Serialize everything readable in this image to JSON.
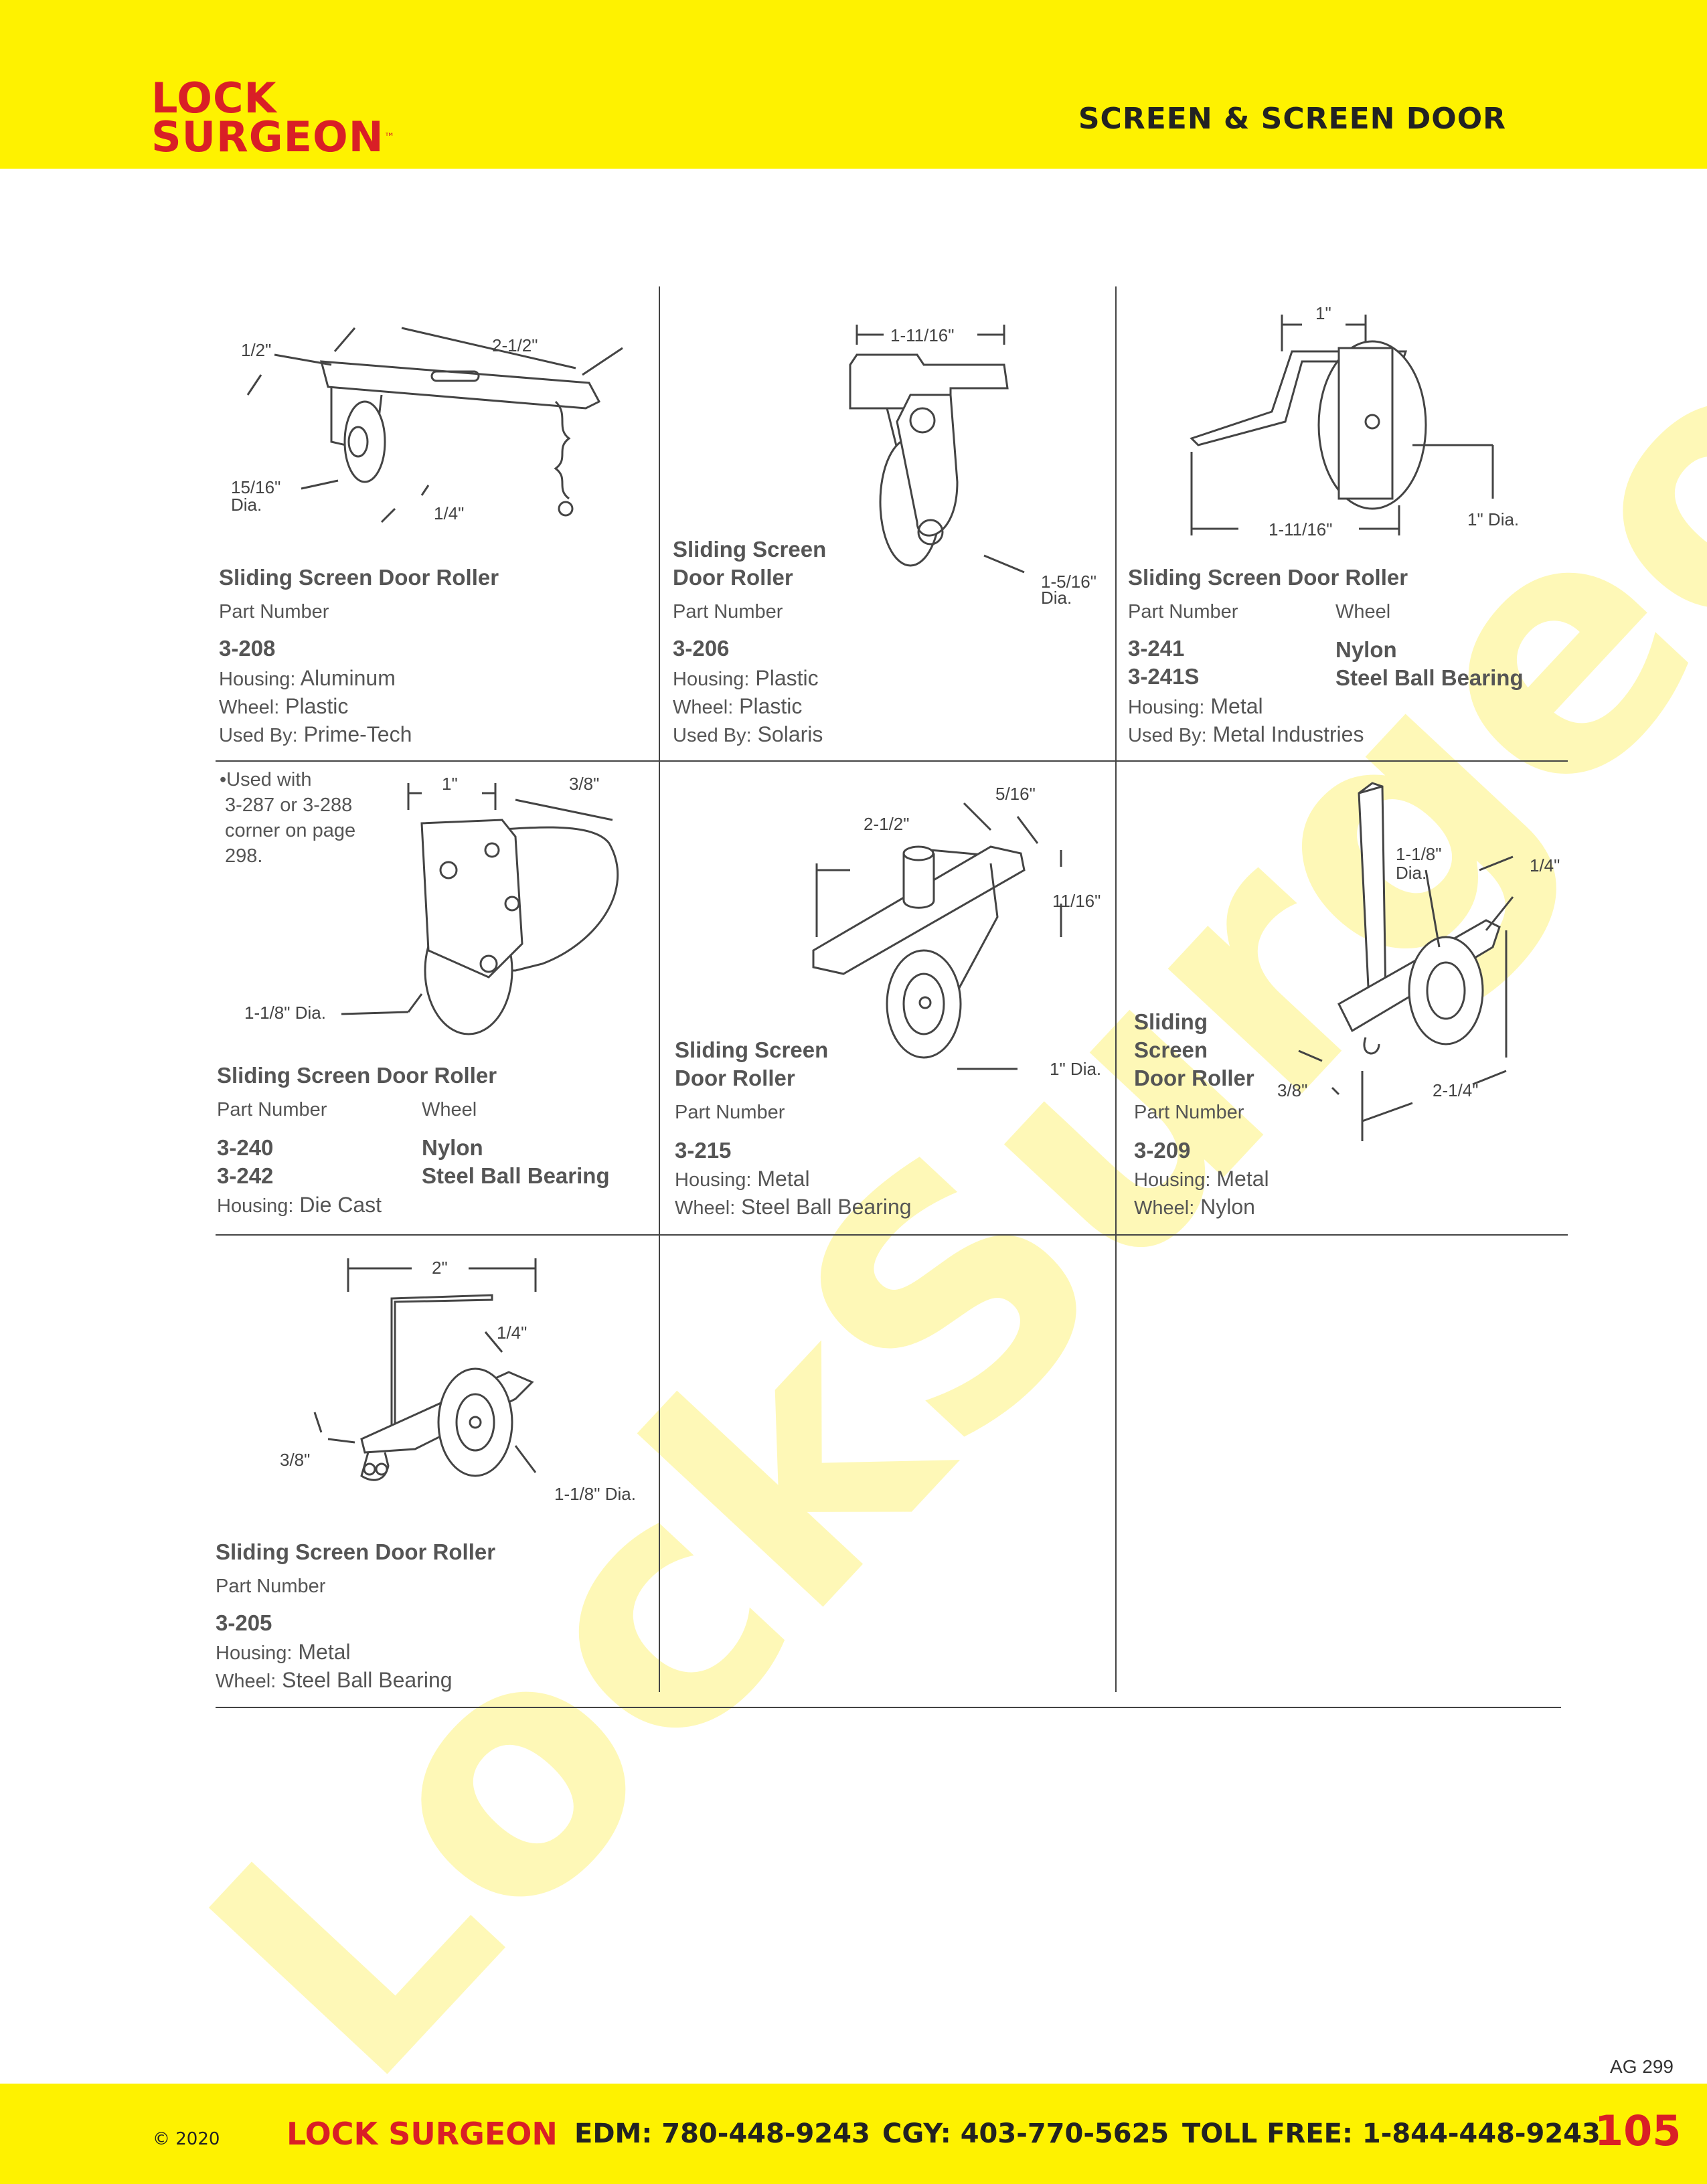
{
  "header": {
    "logo_line1": "LOCK",
    "logo_line2": "SURGEON",
    "logo_tm": "™",
    "section_title": "SCREEN & SCREEN DOOR"
  },
  "watermark": "LockSurgeon.com",
  "colors": {
    "brand_yellow": "#fef200",
    "brand_red": "#d91f26",
    "text_gray": "#555555"
  },
  "products": [
    {
      "title": "Sliding Screen Door Roller",
      "part_label": "Part Number",
      "part": "3-208",
      "specs": [
        {
          "k": "Housing:",
          "v": "Aluminum"
        },
        {
          "k": "Wheel:",
          "v": "Plastic"
        },
        {
          "k": "Used By:",
          "v": "Prime-Tech"
        }
      ],
      "dims": [
        "1/2\"",
        "2-1/2\"",
        "15/16\"",
        "Dia.",
        "1/4\""
      ]
    },
    {
      "title_line1": "Sliding Screen",
      "title_line2": "Door Roller",
      "part_label": "Part Number",
      "part": "3-206",
      "specs": [
        {
          "k": "Housing:",
          "v": "Plastic"
        },
        {
          "k": "Wheel:",
          "v": "Plastic"
        },
        {
          "k": "Used By:",
          "v": "Solaris"
        }
      ],
      "dims": [
        "1-11/16\"",
        "1-5/16\"",
        "Dia."
      ]
    },
    {
      "title": "Sliding Screen Door Roller",
      "part_label": "Part Number",
      "wheel_label": "Wheel",
      "parts": [
        "3-241",
        "3-241S"
      ],
      "wheels": [
        "Nylon",
        "Steel Ball Bearing"
      ],
      "specs": [
        {
          "k": "Housing:",
          "v": "Metal"
        },
        {
          "k": "Used By:",
          "v": "Metal Industries"
        }
      ],
      "dims": [
        "1\"",
        "1-11/16\"",
        "1\" Dia."
      ]
    },
    {
      "note": [
        "•Used with",
        "3-287 or 3-288",
        "corner on page",
        "298."
      ],
      "title": "Sliding Screen Door Roller",
      "part_label": "Part Number",
      "wheel_label": "Wheel",
      "parts": [
        "3-240",
        "3-242"
      ],
      "wheels": [
        "Nylon",
        "Steel Ball Bearing"
      ],
      "specs": [
        {
          "k": "Housing:",
          "v": "Die Cast"
        }
      ],
      "dims": [
        "1\"",
        "3/8\"",
        "1-1/8\" Dia."
      ]
    },
    {
      "title_line1": "Sliding Screen",
      "title_line2": "Door Roller",
      "part_label": "Part Number",
      "part": "3-215",
      "specs": [
        {
          "k": "Housing:",
          "v": "Metal"
        },
        {
          "k": "Wheel:",
          "v": "Steel Ball Bearing"
        }
      ],
      "dims": [
        "2-1/2\"",
        "5/16\"",
        "11/16\"",
        "1\" Dia."
      ]
    },
    {
      "title_line1": "Sliding",
      "title_line2": "Screen",
      "title_line3": "Door Roller",
      "part_label": "Part Number",
      "part": "3-209",
      "specs": [
        {
          "k": "Housing:",
          "v": "Metal"
        },
        {
          "k": "Wheel:",
          "v": "Nylon"
        }
      ],
      "dims": [
        "1-1/8\"",
        "Dia.",
        "1/4\"",
        "3/8\"",
        "2-1/4\""
      ]
    },
    {
      "title": "Sliding Screen Door Roller",
      "part_label": "Part Number",
      "part": "3-205",
      "specs": [
        {
          "k": "Housing:",
          "v": "Metal"
        },
        {
          "k": "Wheel:",
          "v": "Steel Ball Bearing"
        }
      ],
      "dims": [
        "2\"",
        "1/4\"",
        "3/8\"",
        "1-1/8\" Dia."
      ]
    }
  ],
  "catalog_code": "AG 299",
  "footer": {
    "copyright": "© 2020",
    "brand": "LOCK SURGEON",
    "edm": "EDM: 780-448-9243",
    "cgy": "CGY: 403-770-5625",
    "tollfree": "TOLL FREE: 1-844-448-9243",
    "page_number": "105"
  }
}
